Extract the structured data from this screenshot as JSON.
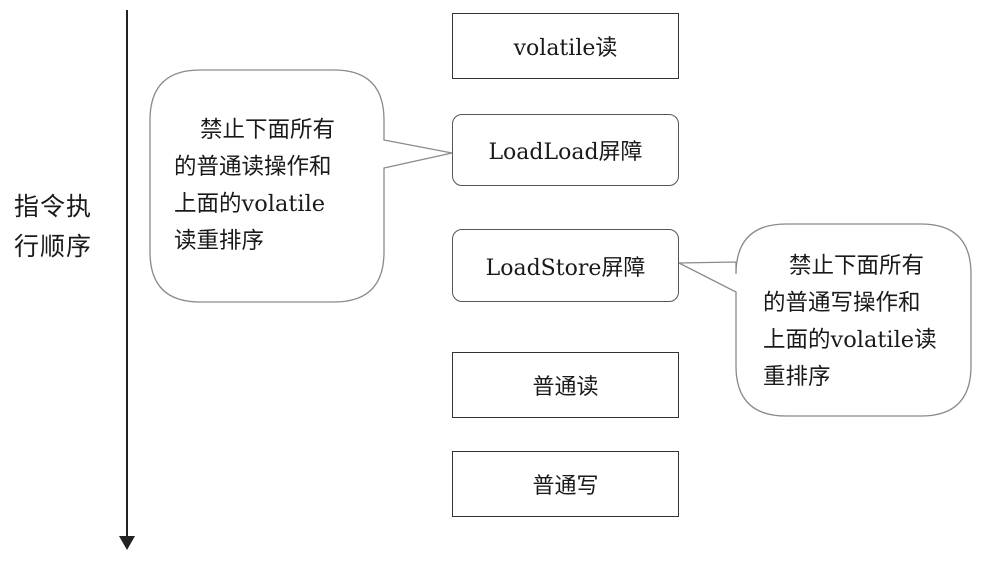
{
  "axis": {
    "label_line1": "指令执",
    "label_line2": "行顺序"
  },
  "boxes": [
    {
      "label": "volatile读",
      "style": "square"
    },
    {
      "label": "LoadLoad屏障",
      "style": "rounded"
    },
    {
      "label": "LoadStore屏障",
      "style": "rounded"
    },
    {
      "label": "普通读",
      "style": "square"
    },
    {
      "label": "普通写",
      "style": "square"
    }
  ],
  "callouts": {
    "left": {
      "line1": "禁止下面所有",
      "line2": "的普通读操作和",
      "line3": "上面的volatile",
      "line4": "读重排序"
    },
    "right": {
      "line1": "禁止下面所有",
      "line2": "的普通写操作和",
      "line3": "上面的volatile读",
      "line4": "重排序"
    }
  },
  "colors": {
    "stroke": "#222222",
    "background": "#ffffff"
  }
}
